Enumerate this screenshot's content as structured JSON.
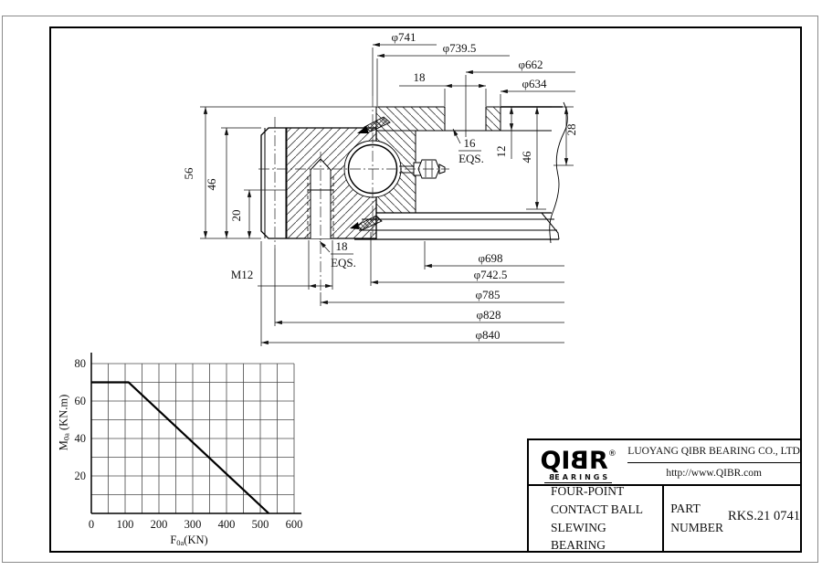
{
  "colors": {
    "ink": "#111111",
    "paper": "#ffffff"
  },
  "drawing": {
    "dims": {
      "d741": "φ741",
      "d739_5": "φ739.5",
      "d662": "φ662",
      "d634": "φ634",
      "top18": "18",
      "eqs16_num": "16",
      "eqs16_label": "EQS.",
      "d12": "12",
      "d46_right": "46",
      "d28": "28",
      "d56": "56",
      "d46_left": "46",
      "d20": "20",
      "m12": "M12",
      "eqs18_num": "18",
      "eqs18_label": "EQS.",
      "d698": "φ698",
      "d742_5": "φ742.5",
      "d785": "φ785",
      "d828": "φ828",
      "d840": "φ840"
    }
  },
  "chart_data": {
    "type": "line",
    "title": "",
    "xlabel": "F0a(KN)",
    "ylabel": "M0a(KN.m)",
    "xlabel_parts": {
      "main": "F",
      "sub": "0a",
      "unit": "(KN)"
    },
    "ylabel_parts": {
      "main": "M",
      "sub": "0a",
      "unit": "(KN.m)"
    },
    "xlim": [
      0,
      600
    ],
    "ylim": [
      0,
      80
    ],
    "x_ticks": [
      0,
      100,
      200,
      300,
      400,
      500,
      600
    ],
    "y_ticks": [
      20,
      40,
      60,
      80
    ],
    "x_grid_step": 50,
    "y_grid_step": 10,
    "grid": true,
    "series": [
      {
        "points": [
          [
            0,
            70
          ],
          [
            110,
            70
          ],
          [
            525,
            0
          ]
        ]
      }
    ]
  },
  "title_block": {
    "logo": {
      "part1": "QI",
      "b": "B",
      "part2": "R",
      "reg": "®",
      "sub_first": "B",
      "sub_rest": "EARINGS"
    },
    "company": "LUOYANG QIBR BEARING CO., LTD",
    "website": "http://www.QIBR.com",
    "product_lines": [
      "FOUR-POINT",
      "CONTACT BALL",
      "SLEWING BEARING"
    ],
    "part_label_line1": "PART",
    "part_label_line2": "NUMBER",
    "part_number": "RKS.21 0741"
  }
}
